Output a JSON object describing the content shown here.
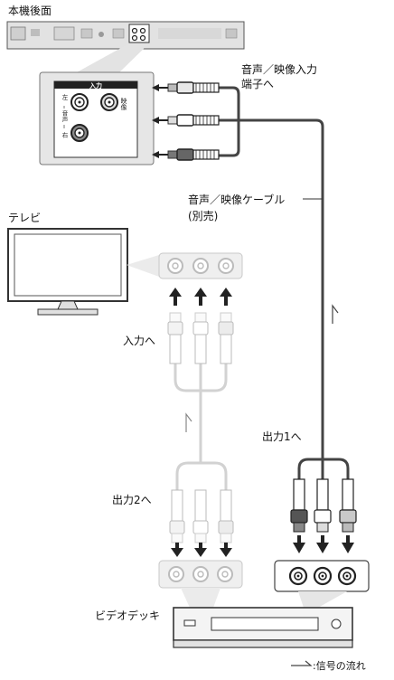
{
  "labels": {
    "rear_panel": "本機後面",
    "av_input": "音声／映像入力",
    "av_input_2": "端子へ",
    "cable": "音声／映像ケーブル",
    "cable_2": "(別売)",
    "tv": "テレビ",
    "to_input": "入力へ",
    "to_output1": "出力1へ",
    "to_output2": "出力2へ",
    "vcr": "ビデオデッキ",
    "legend": ":信号の流れ"
  },
  "panel": {
    "title": "入力",
    "video": "映像",
    "audio_left": "左",
    "audio": "音声",
    "audio_right": "右"
  }
}
